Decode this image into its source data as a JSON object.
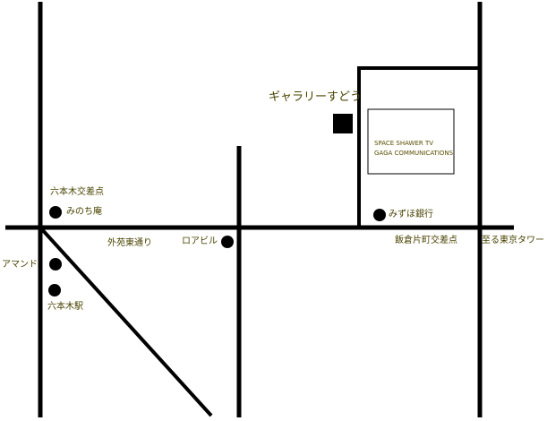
{
  "colors": {
    "road": "#000000",
    "label_text": "#4a4300",
    "background": "#ffffff"
  },
  "labels": {
    "roppongi_crossing": "六本木交差点",
    "minochi_an": "みのち庵",
    "gaien_higashi_dori": "外苑東通り",
    "ro_a_building": "ロアビル",
    "almond": "アマンド",
    "roppongi_station": "六本木駅",
    "gallery_sudo": "ギャラリーすどう",
    "mizuho_bank": "みずほ銀行",
    "iikura_katamachi_crossing": "飯倉片町交差点",
    "to_tokyo_tower": "至る東京タワー",
    "space_shower_tv": "SPACE SHAWER TV",
    "gaga_communications": "GAGA COMMUNICATIONS"
  }
}
